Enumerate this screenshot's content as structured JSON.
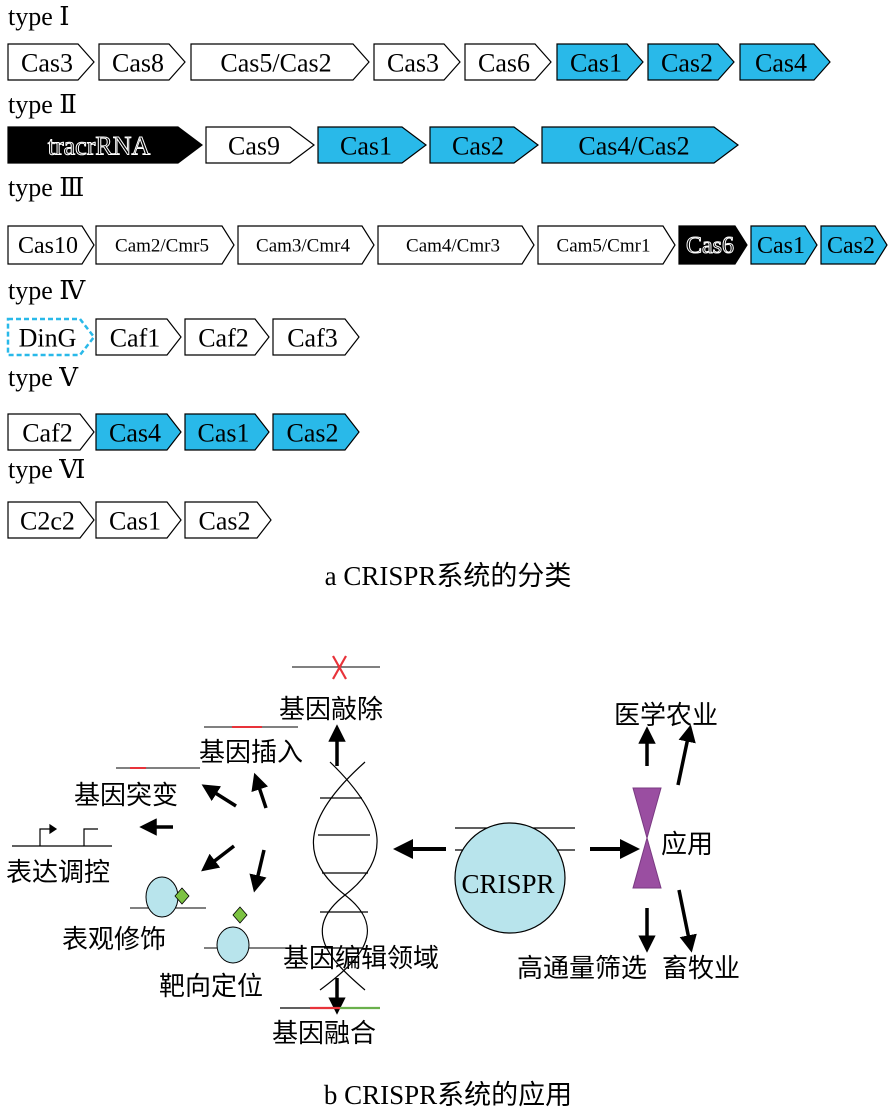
{
  "types": [
    {
      "label": "type Ⅰ",
      "genes": [
        {
          "name": "Cas3",
          "fill": "#ffffff"
        },
        {
          "name": "Cas8",
          "fill": "#ffffff"
        },
        {
          "name": "Cas5/Cas2",
          "fill": "#ffffff"
        },
        {
          "name": "Cas3",
          "fill": "#ffffff"
        },
        {
          "name": "Cas6",
          "fill": "#ffffff"
        },
        {
          "name": "Cas1",
          "fill": "#29b9e9"
        },
        {
          "name": "Cas2",
          "fill": "#29b9e9"
        },
        {
          "name": "Cas4",
          "fill": "#29b9e9"
        }
      ]
    },
    {
      "label": "type Ⅱ",
      "genes": [
        {
          "name": "tracrRNA",
          "fill": "#000000"
        },
        {
          "name": "Cas9",
          "fill": "#ffffff"
        },
        {
          "name": "Cas1",
          "fill": "#29b9e9"
        },
        {
          "name": "Cas2",
          "fill": "#29b9e9"
        },
        {
          "name": "Cas4/Cas2",
          "fill": "#29b9e9"
        }
      ]
    },
    {
      "label": "type Ⅲ",
      "genes": [
        {
          "name": "Cas10",
          "fill": "#ffffff"
        },
        {
          "name": "Cam2/Cmr5",
          "fill": "#ffffff"
        },
        {
          "name": "Cam3/Cmr4",
          "fill": "#ffffff"
        },
        {
          "name": "Cam4/Cmr3",
          "fill": "#ffffff"
        },
        {
          "name": "Cam5/Cmr1",
          "fill": "#ffffff"
        },
        {
          "name": "Cas6",
          "fill": "#000000"
        },
        {
          "name": "Cas1",
          "fill": "#29b9e9"
        },
        {
          "name": "Cas2",
          "fill": "#29b9e9"
        }
      ]
    },
    {
      "label": "type Ⅳ",
      "genes": [
        {
          "name": "DinG",
          "fill": "#ffffff",
          "dashed": true
        },
        {
          "name": "Caf1",
          "fill": "#ffffff"
        },
        {
          "name": "Caf2",
          "fill": "#ffffff"
        },
        {
          "name": "Caf3",
          "fill": "#ffffff"
        }
      ]
    },
    {
      "label": "type Ⅴ",
      "genes": [
        {
          "name": "Caf2",
          "fill": "#ffffff"
        },
        {
          "name": "Cas4",
          "fill": "#29b9e9"
        },
        {
          "name": "Cas1",
          "fill": "#29b9e9"
        },
        {
          "name": "Cas2",
          "fill": "#29b9e9"
        }
      ]
    },
    {
      "label": "type Ⅵ",
      "genes": [
        {
          "name": "C2c2",
          "fill": "#ffffff"
        },
        {
          "name": "Cas1",
          "fill": "#ffffff"
        },
        {
          "name": "Cas2",
          "fill": "#ffffff"
        }
      ]
    }
  ],
  "captions": {
    "a": "a  CRISPR系统的分类",
    "b": "b  CRISPR系统的应用"
  },
  "applications": {
    "center": "CRISPR",
    "editing_domain": "基因编辑领域",
    "application_label": "应用",
    "editing_items": {
      "knockout": "基因敲除",
      "insertion": "基因插入",
      "mutation": "基因突变",
      "regulation": "表达调控",
      "epigenetic": "表观修饰",
      "targeting": "靶向定位",
      "fusion": "基因融合"
    },
    "application_items": {
      "medicine": "医学农业",
      "screening": "高通量筛选",
      "livestock": "畜牧业"
    }
  },
  "colors": {
    "cas_blue": "#29b9e9",
    "accent_red": "#e8333a",
    "purple": "#9a4ea1",
    "circle_fill": "#b8e4ec",
    "green": "#6ab04c",
    "green_diamond": "#7cc242"
  }
}
